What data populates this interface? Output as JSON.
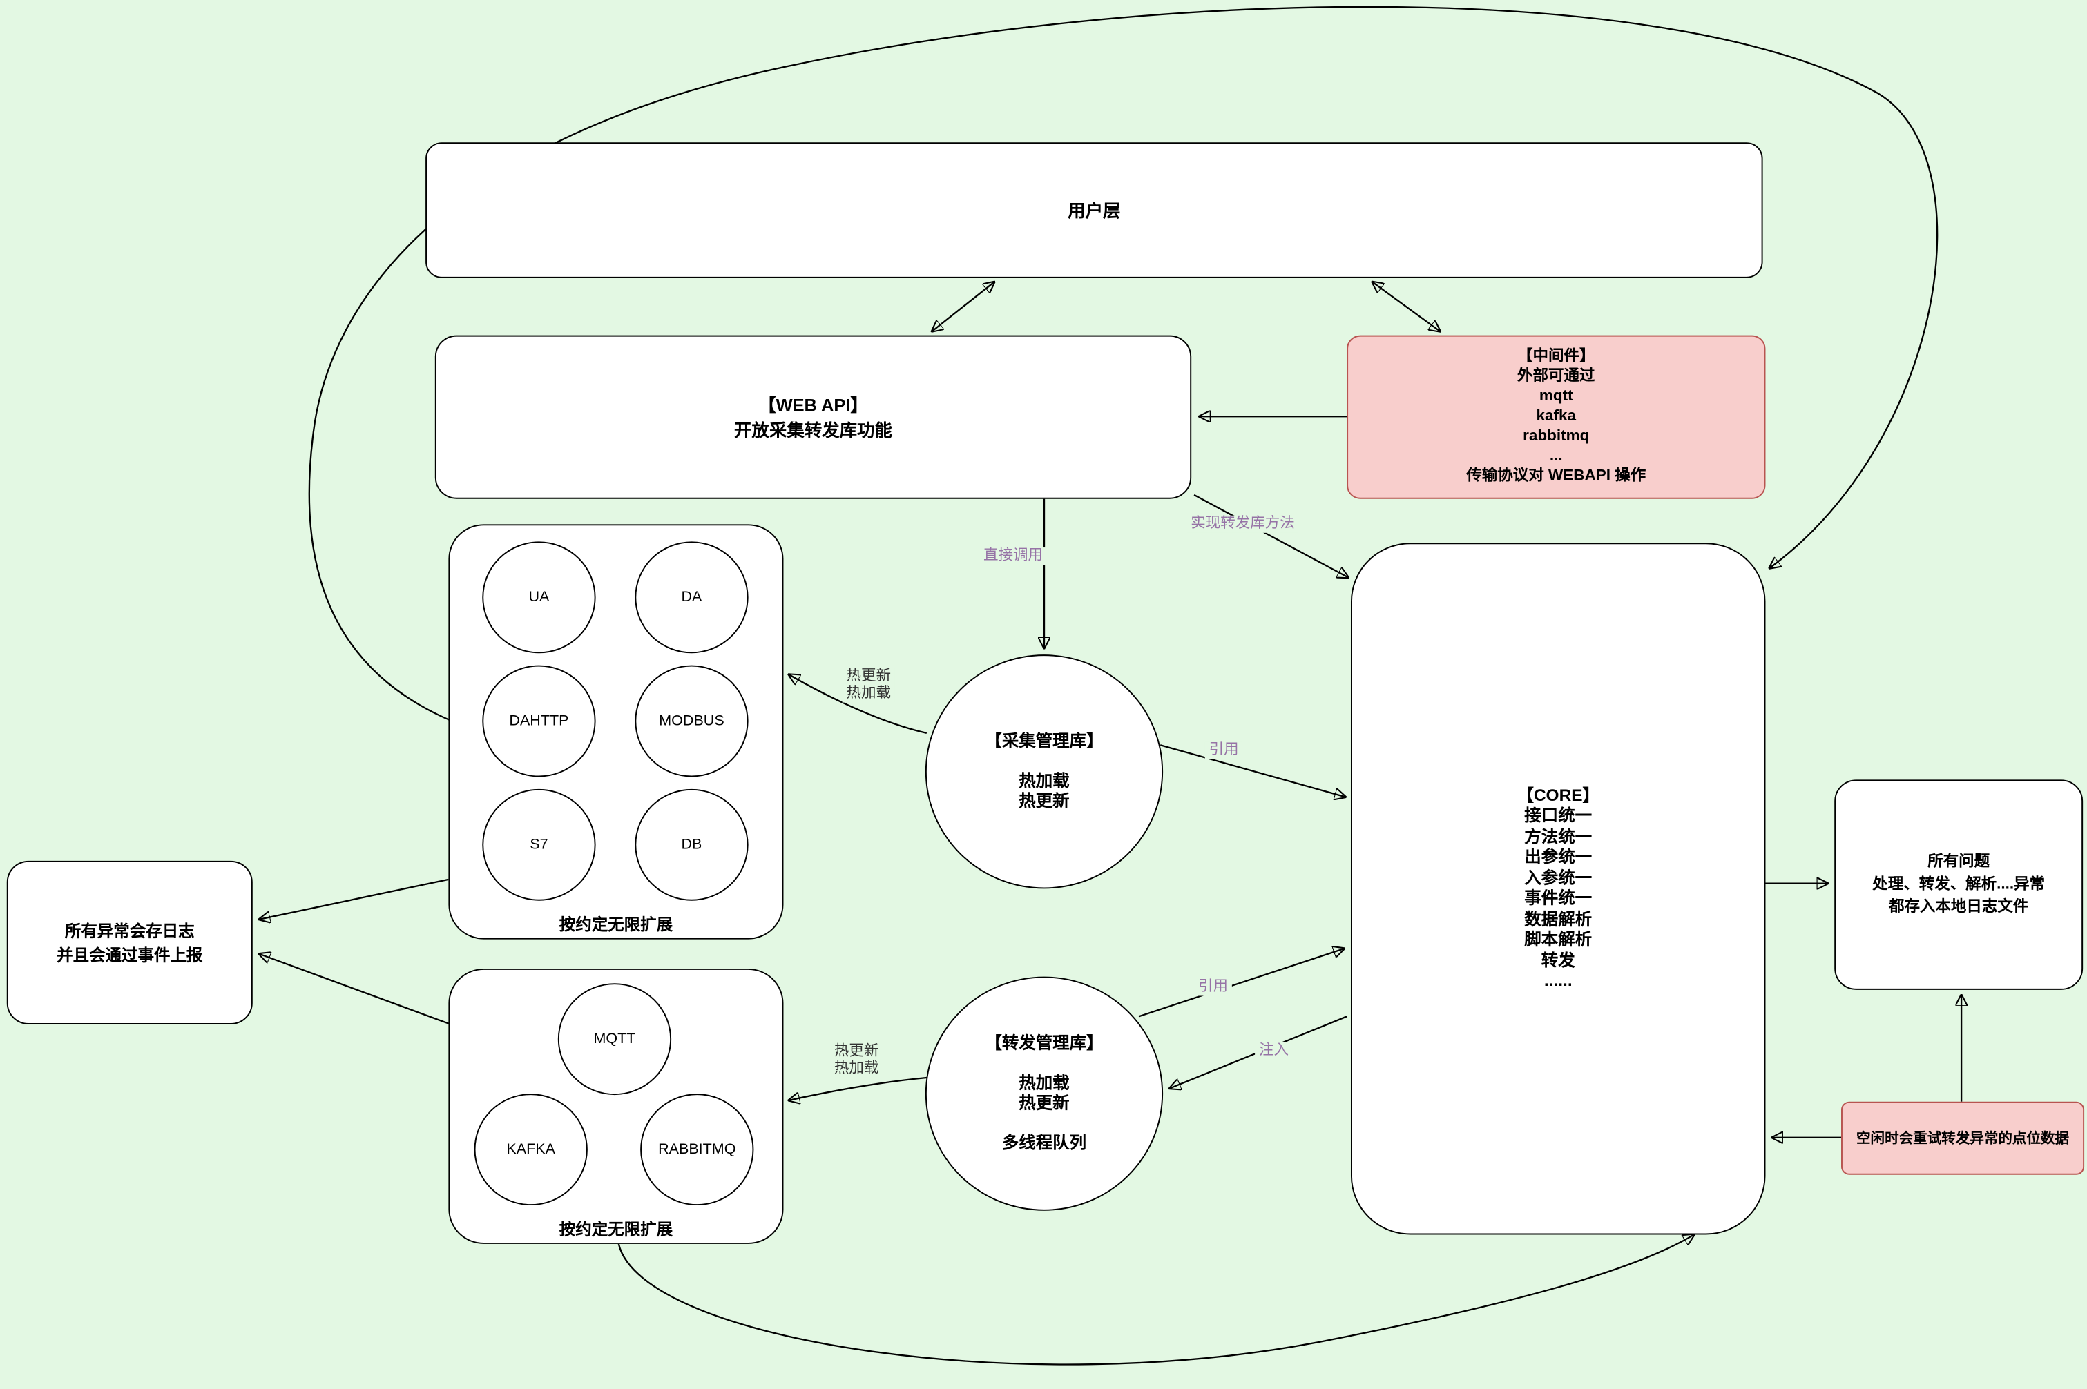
{
  "colors": {
    "background": "#e3f8e3",
    "node_fill": "#ffffff",
    "node_stroke": "#000000",
    "pink_fill": "#f8cecc",
    "pink_stroke": "#b85450",
    "edge_label_purple": "#9673a6"
  },
  "nodes": {
    "user_layer": "用户层",
    "web_api": "【WEB API】\n开放采集转发库功能",
    "middleware": "【中间件】\n外部可通过\nmqtt\nkafka\nrabbitmq\n...\n传输协议对 WEBAPI 操作",
    "collect_manager": "【采集管理库】\n\n热加载\n热更新",
    "forward_manager": "【转发管理库】\n\n热加载\n热更新\n\n多线程队列",
    "core": "【CORE】\n接口统一\n方法统一\n出参统一\n入参统一\n事件统一\n数据解析\n脚本解析\n转发\n......",
    "error_log": "所有异常会存日志\n并且会通过事件上报",
    "issues": "所有问题\n处理、转发、解析....异常\n都存入本地日志文件",
    "retry": "空闲时会重试转发异常的点位数据",
    "collector_group_label": "按约定无限扩展",
    "forwarder_group_label": "按约定无限扩展"
  },
  "collector_plugins": [
    "UA",
    "DA",
    "DAHTTP",
    "MODBUS",
    "S7",
    "DB"
  ],
  "forwarder_plugins": [
    "MQTT",
    "KAFKA",
    "RABBITMQ"
  ],
  "edge_labels": {
    "direct_call": "直接调用",
    "impl_forward": "实现转发库方法",
    "ref_collect": "引用",
    "ref_forward": "引用",
    "inject": "注入",
    "hot_update_collect": "热更新\n热加载",
    "hot_update_forward": "热更新\n热加载"
  }
}
